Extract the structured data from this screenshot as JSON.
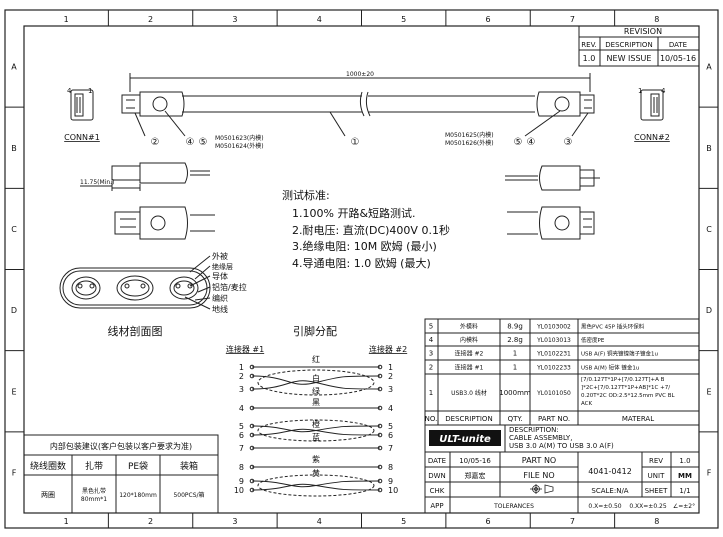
{
  "border": {
    "top_numbers": [
      "1",
      "2",
      "3",
      "4",
      "5",
      "6",
      "7",
      "8"
    ],
    "bottom_numbers": [
      "1",
      "2",
      "3",
      "4",
      "5",
      "6",
      "7",
      "8"
    ],
    "side_letters": [
      "A",
      "B",
      "C",
      "D",
      "E",
      "F"
    ]
  },
  "revision": {
    "title": "REVISION",
    "headers": [
      "REV.",
      "DESCRIPTION",
      "DATE"
    ],
    "row": [
      "1.0",
      "NEW ISSUE",
      "10/05-16"
    ]
  },
  "cable": {
    "length": "1000±20",
    "conn1_label": "CONN#1",
    "conn2_label": "CONN#2",
    "conn1_pins": [
      "4",
      "1"
    ],
    "conn2_pins": [
      "1",
      "4"
    ],
    "left_molds": [
      "M0501623(内模)",
      "M0501624(外模)"
    ],
    "right_molds": [
      "M0501625(内模)",
      "M0501626(外模)"
    ],
    "callouts": [
      "①",
      "②",
      "③",
      "④",
      "⑤"
    ],
    "min_dim": "11.75(Min.)"
  },
  "test_standard": {
    "title": "测试标准:",
    "items": [
      "1.100% 开路&短路测试.",
      "2.耐电压: 直流(DC)400V  0.1秒",
      "3.绝缘电阻: 10M  欧姆 (最小)",
      "4.导通电阻: 1.0 欧姆  (最大)"
    ]
  },
  "cross_section": {
    "layer_labels": [
      "外被",
      "绝缘层",
      "导体",
      "铝箔/麦拉",
      "编织",
      "地线"
    ],
    "caption": "线材剖面图"
  },
  "pin_assignment": {
    "title": "引脚分配",
    "left_header": "连接器 #1",
    "right_header": "连接器 #2",
    "left_pins": [
      "1",
      "2",
      "3",
      "4",
      "5",
      "6",
      "7",
      "8",
      "9",
      "10"
    ],
    "right_pins": [
      "1",
      "2",
      "3",
      "4",
      "5",
      "6",
      "7",
      "8",
      "9",
      "10"
    ],
    "wire_labels": [
      "红",
      "白",
      "绿",
      "黑",
      "橙",
      "蓝",
      "紫",
      "黄"
    ]
  },
  "packaging": {
    "title": "内部包装建议(客户包装以客户要求为准)",
    "headers": [
      "绕线圈数",
      "扎带",
      "PE袋",
      "装箱"
    ],
    "values": [
      "两圈",
      "黑色扎带\n80mm*1",
      "120*180mm",
      "500PCS/箱"
    ]
  },
  "bom": {
    "rows": [
      {
        "no": "5",
        "desc": "外模料",
        "qty": "8.9g",
        "part": "YL0103002",
        "material": "黑色PVC 45P 插头环保料"
      },
      {
        "no": "4",
        "desc": "内模料",
        "qty": "2.8g",
        "part": "YL0103013",
        "material": "低密度PE"
      },
      {
        "no": "3",
        "desc": "连接器 #2",
        "qty": "1",
        "part": "YL0102231",
        "material": "USB A(F) 铜壳镀镍端子镀金1u"
      },
      {
        "no": "2",
        "desc": "连接器 #1",
        "qty": "1",
        "part": "YL0102233",
        "material": "USB A(M) 短体 镀金1u"
      },
      {
        "no": "1",
        "desc": "USB3.0 线材",
        "qty": "1000mm",
        "part": "YL0101050",
        "material": "[7/0.127T*1P+[7/0.127T]+A B]*2C+[7/0.127T*1P+AB]*1C +7/0.20T*2C OD:2.5*12.5mm PVC BLACK"
      }
    ],
    "headers": {
      "no": "NO.",
      "desc": "DESCRIPTION",
      "qty": "QTY.",
      "part": "PART NO.",
      "material": "MATERAL"
    }
  },
  "title_block": {
    "logo": "ULT-unite",
    "description_label": "DESCRIPTION:",
    "description": [
      "CABLE ASSEMBLY,",
      "USB 3.0 A(M) TO USB 3.0 A(F)"
    ],
    "date_label": "DATE",
    "date": "10/05-16",
    "part_no_label": "PART NO",
    "rev_label": "REV",
    "rev": "1.0",
    "dwn_label": "DWN",
    "dwn": "郑嘉宏",
    "file_no_label": "FILE NO",
    "part_no": "4041-0412",
    "unit_label": "UNIT",
    "unit": "MM",
    "chk_label": "CHK",
    "scale_label": "SCALE:N/A",
    "sheet_label": "SHEET",
    "sheet": "1/1",
    "app_label": "APP",
    "tolerances_label": "TOLERANCES",
    "tolerances": [
      "0.X=±0.50",
      "0.XX=±0.25",
      "∠=±2°"
    ]
  }
}
